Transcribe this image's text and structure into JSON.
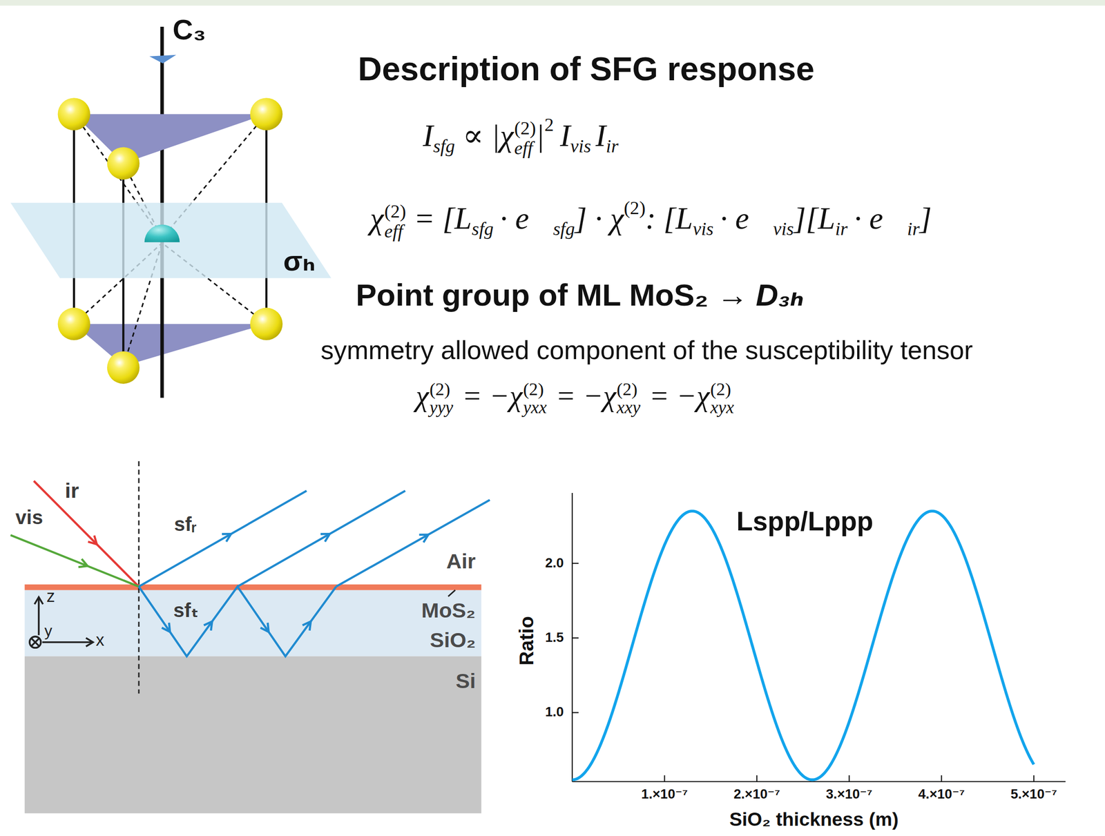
{
  "diagram": {
    "title": "Description of SFG response",
    "nodes": [
      {
        "text": [
          "Air"
        ]
      },
      {
        "text": [
          "SiO₂"
        ]
      },
      {
        "text": [
          "Si"
        ]
      }
    ],
    "labels": [
      "C₃",
      "σₕ",
      "I",
      "sfg",
      "∝ |χ",
      "(2)",
      "eff",
      "|",
      "2",
      "I",
      "vis",
      "I",
      "ir",
      "χ",
      "(2)",
      "eff",
      "= [L",
      "sfg",
      "· e⃗",
      "sfg",
      "] · χ",
      "(2)",
      ": [L",
      "vis",
      "· e⃗",
      "vis",
      "][L",
      "ir",
      "· e⃗",
      "ir",
      "]",
      "Point group of ML MoS₂ →",
      "D₃ₕ",
      "symmetry allowed component of the susceptibility tensor",
      "χ",
      "(2)",
      "yyy",
      "= −χ",
      "(2)",
      "yxx",
      "= −χ",
      "(2)",
      "xxy",
      "= −χ",
      "(2)",
      "xyx",
      "ir",
      "vis",
      "sfᵣ",
      "sfₜ",
      "MoS₂",
      "z",
      "y",
      "x",
      "Lspp/Lppp",
      "Ratio",
      "SiO₂ thickness (m)",
      "2.0",
      "1.5",
      "1.0",
      "1.×10⁻⁷",
      "2.×10⁻⁷",
      "3.×10⁻⁷",
      "4.×10⁻⁷",
      "5.×10⁻⁷"
    ]
  }
}
